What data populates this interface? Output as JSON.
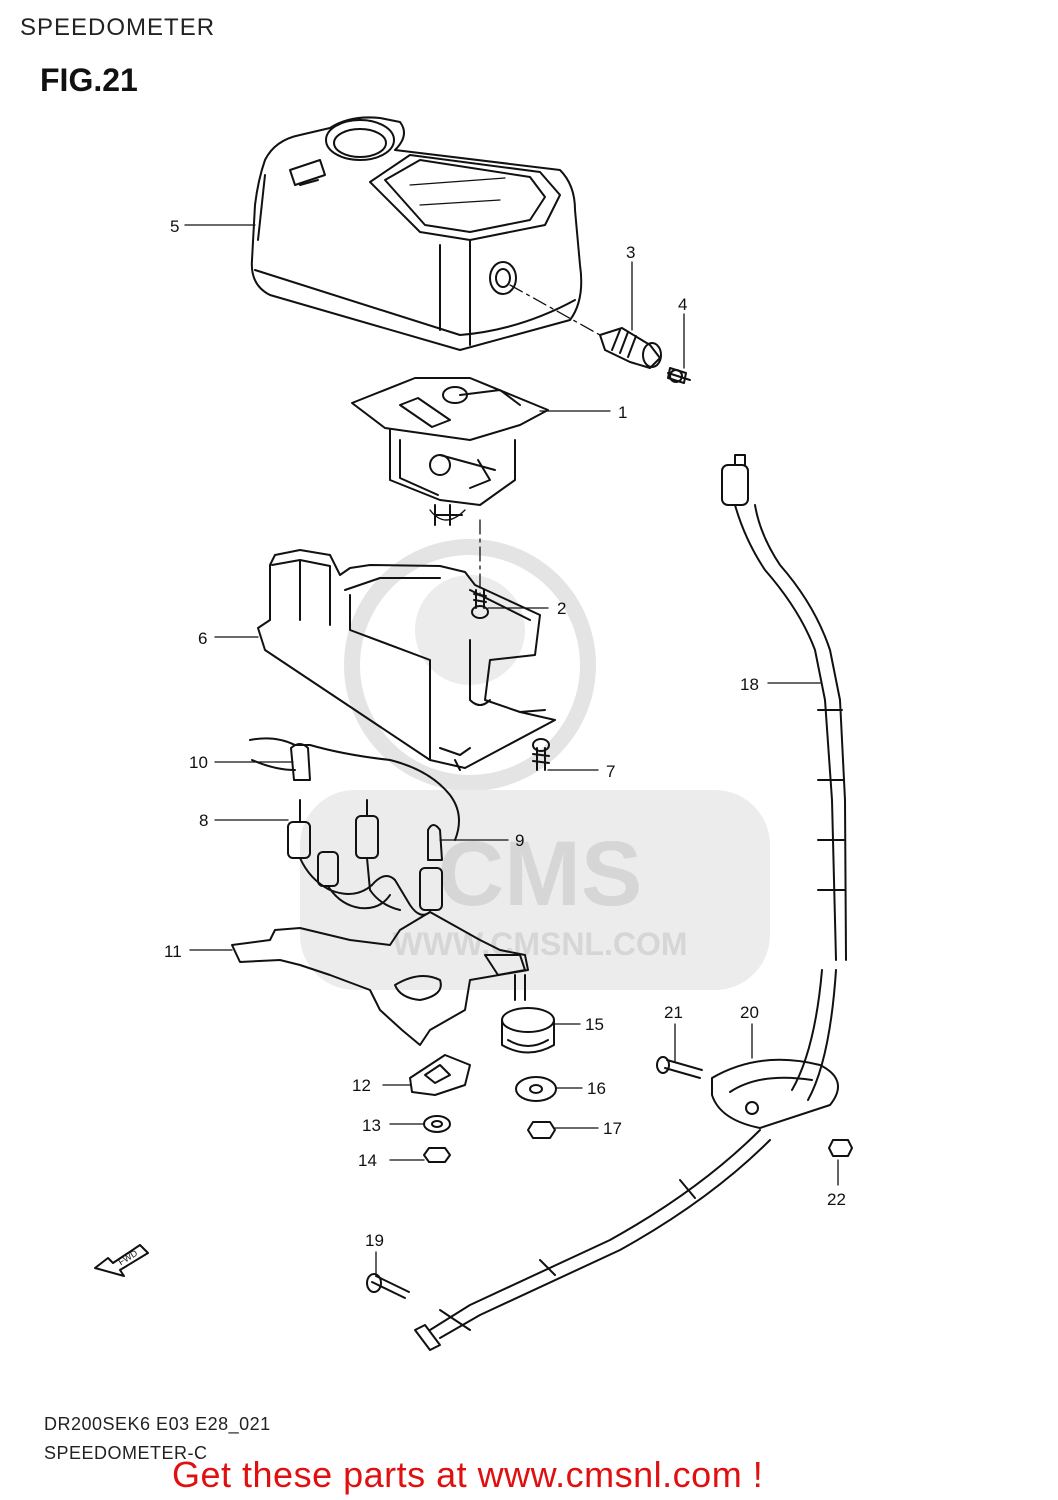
{
  "header": {
    "section_title": "SPEEDOMETER",
    "figure_label": "FIG.21"
  },
  "footer": {
    "model_code": "DR200SEK6 E03 E28_021",
    "subtitle": "SPEEDOMETER-C",
    "call_to_action": "Get these parts at www.cmsnl.com !"
  },
  "watermark": {
    "brand": "CMS",
    "url": "WWW.CMSNL.COM"
  },
  "fwd_arrow": {
    "text": "FWD"
  },
  "callouts": {
    "c1": "1",
    "c2": "2",
    "c3": "3",
    "c4": "4",
    "c5": "5",
    "c6": "6",
    "c7": "7",
    "c8": "8",
    "c9": "9",
    "c10": "10",
    "c11": "11",
    "c12": "12",
    "c13": "13",
    "c14": "14",
    "c15": "15",
    "c16": "16",
    "c17": "17",
    "c18": "18",
    "c19": "19",
    "c20": "20",
    "c21": "21",
    "c22": "22"
  },
  "colors": {
    "line": "#111111",
    "watermark": "#e2e2e2",
    "cta": "#e01010"
  }
}
